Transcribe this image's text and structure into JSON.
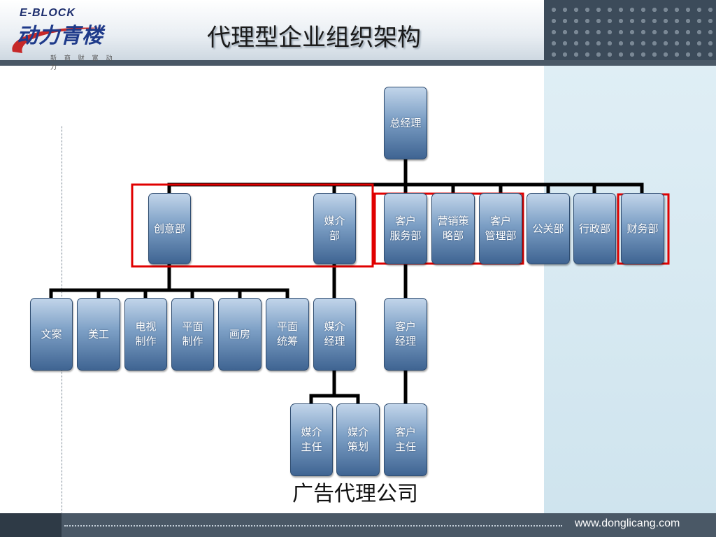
{
  "header": {
    "title": "代理型企业组织架构",
    "logo": {
      "top": "E-BLOCK",
      "main": "动力青楼",
      "sub": "新 商 财 富 动 力"
    }
  },
  "chart": {
    "top": {
      "label": "总经理"
    },
    "departments": [
      {
        "label": "创意部"
      },
      {
        "label": "媒介\n部"
      },
      {
        "label": "客户\n服务部"
      },
      {
        "label": "营销策\n略部"
      },
      {
        "label": "客户\n管理部"
      },
      {
        "label": "公关部"
      },
      {
        "label": "行政部"
      },
      {
        "label": "财务部"
      }
    ],
    "level3": [
      {
        "label": "文案"
      },
      {
        "label": "美工"
      },
      {
        "label": "电视\n制作"
      },
      {
        "label": "平面\n制作"
      },
      {
        "label": "画房"
      },
      {
        "label": "平面\n统筹"
      },
      {
        "label": "媒介\n经理"
      },
      {
        "label": "客户\n经理"
      }
    ],
    "level4": [
      {
        "label": "媒介\n主任"
      },
      {
        "label": "媒介\n策划"
      },
      {
        "label": "客户\n主任"
      }
    ],
    "caption": "广告代理公司",
    "colors": {
      "connector": "#000000",
      "highlight": "#e00000",
      "node_dark": "#3f6492",
      "node_light": "#c2d5ea"
    }
  },
  "footer": {
    "url": "www.donglicang.com"
  }
}
